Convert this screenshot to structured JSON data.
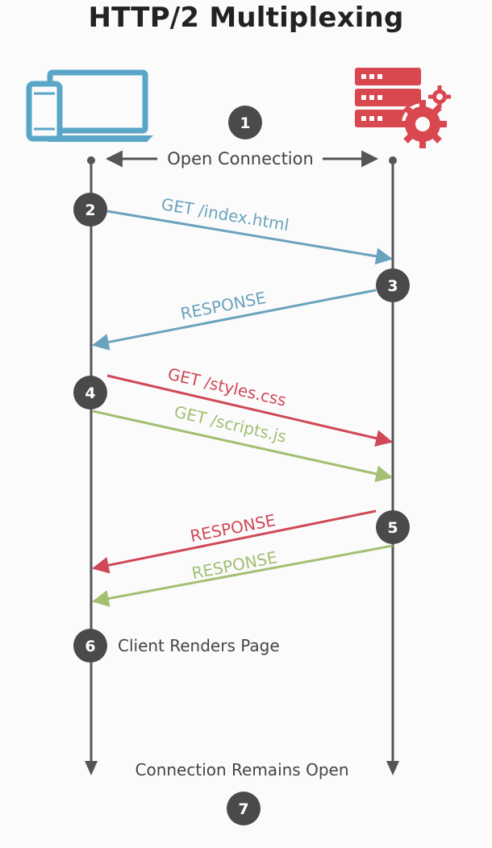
{
  "title": "HTTP/2 Multiplexing",
  "colors": {
    "timeline": "#555555",
    "step_circle": "#4a4a4a",
    "blue": "#6aa3bd",
    "red": "#cf4958",
    "green": "#a2bf72",
    "client_icon": "#5aa6c8",
    "server_icon": "#d9474f",
    "text": "#444444"
  },
  "icons": {
    "client": "laptop-phone-icon",
    "server": "server-gear-icon"
  },
  "steps": [
    "1",
    "2",
    "3",
    "4",
    "5",
    "6",
    "7"
  ],
  "messages": {
    "open_connection": "Open Connection",
    "get_index": "GET /index.html",
    "response_index": "RESPONSE",
    "get_styles": "GET /styles.css",
    "get_scripts": "GET /scripts.js",
    "response_styles": "RESPONSE",
    "response_scripts": "RESPONSE",
    "client_renders": "Client Renders Page",
    "connection_open": "Connection Remains Open"
  }
}
